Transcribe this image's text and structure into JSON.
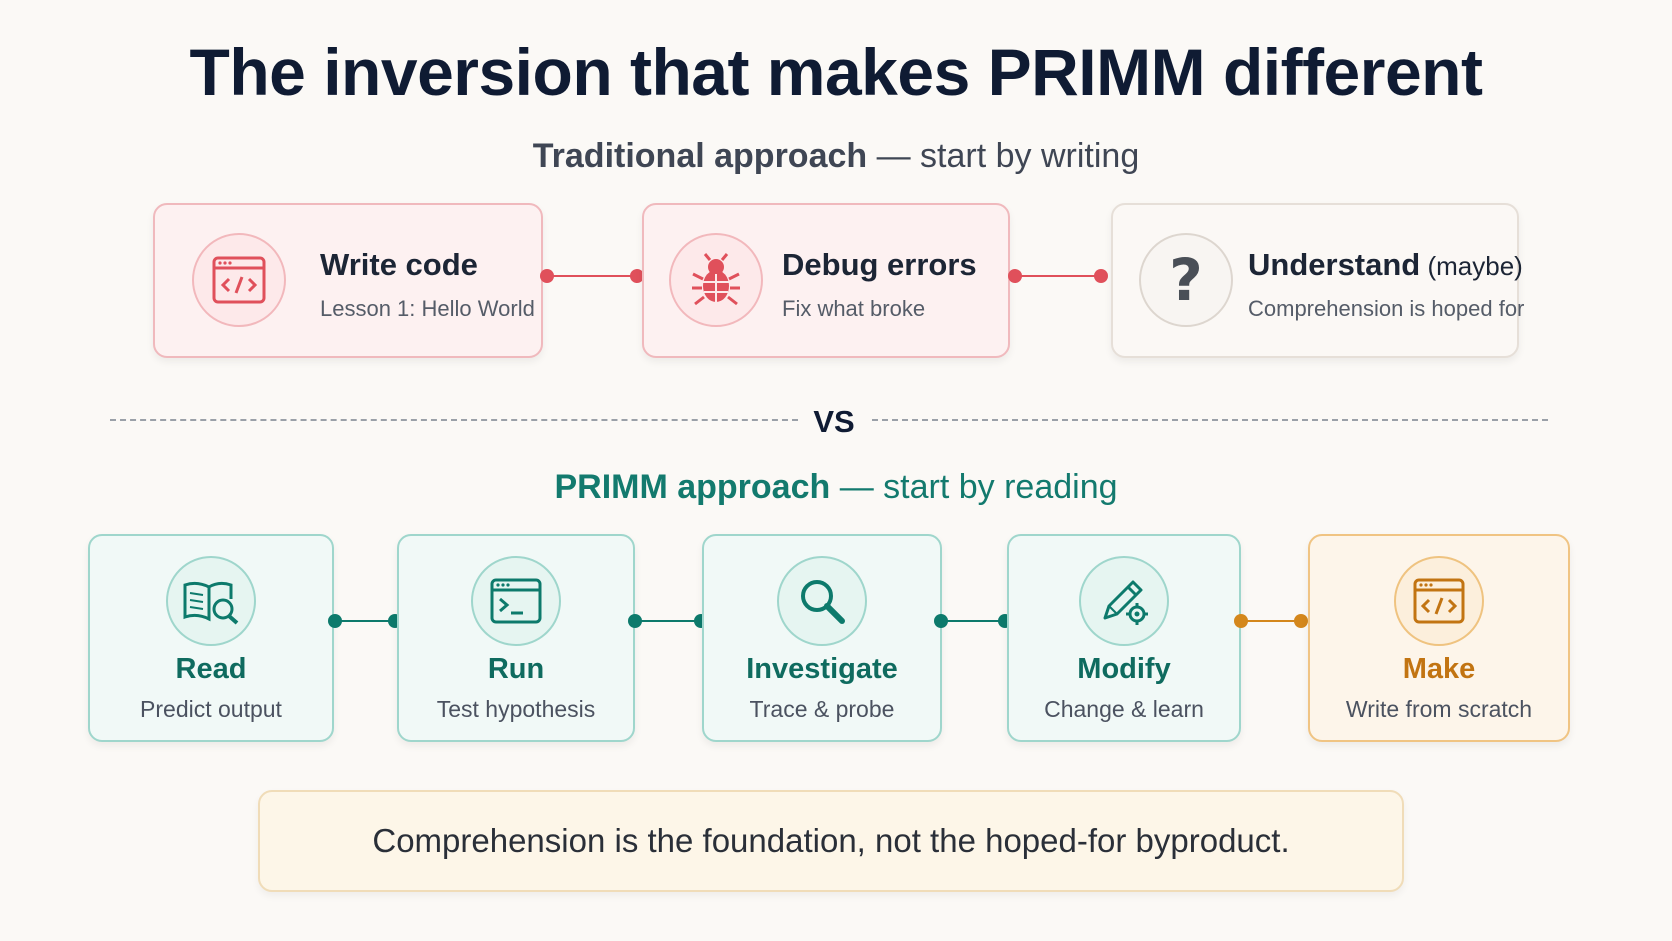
{
  "title": "The inversion that makes PRIMM different",
  "traditional": {
    "heading_strong": "Traditional approach",
    "heading_rest": " — start by writing",
    "cards": [
      {
        "title": "Write code",
        "title_note": "",
        "desc": "Lesson 1: Hello World",
        "icon": "code-window-icon"
      },
      {
        "title": "Debug errors",
        "title_note": "",
        "desc": "Fix what broke",
        "icon": "bug-icon"
      },
      {
        "title": "Understand",
        "title_note": " (maybe)",
        "desc": "Comprehension is hoped for",
        "icon": "question-mark-icon"
      }
    ]
  },
  "divider_label": "VS",
  "primm": {
    "heading_strong": "PRIMM approach",
    "heading_rest": " — start by reading",
    "cards": [
      {
        "title": "Read",
        "desc": "Predict output",
        "icon": "book-search-icon"
      },
      {
        "title": "Run",
        "desc": "Test hypothesis",
        "icon": "terminal-icon"
      },
      {
        "title": "Investigate",
        "desc": "Trace & probe",
        "icon": "magnifier-icon"
      },
      {
        "title": "Modify",
        "desc": "Change & learn",
        "icon": "pencil-gear-icon"
      },
      {
        "title": "Make",
        "desc": "Write from scratch",
        "icon": "code-window-icon"
      }
    ]
  },
  "callout": "Comprehension is the foundation, not the hoped-for byproduct.",
  "colors": {
    "red_accent": "#e0505b",
    "teal_accent": "#0d7a6c",
    "gold_accent": "#d4871c",
    "title_navy": "#0f1b33"
  }
}
